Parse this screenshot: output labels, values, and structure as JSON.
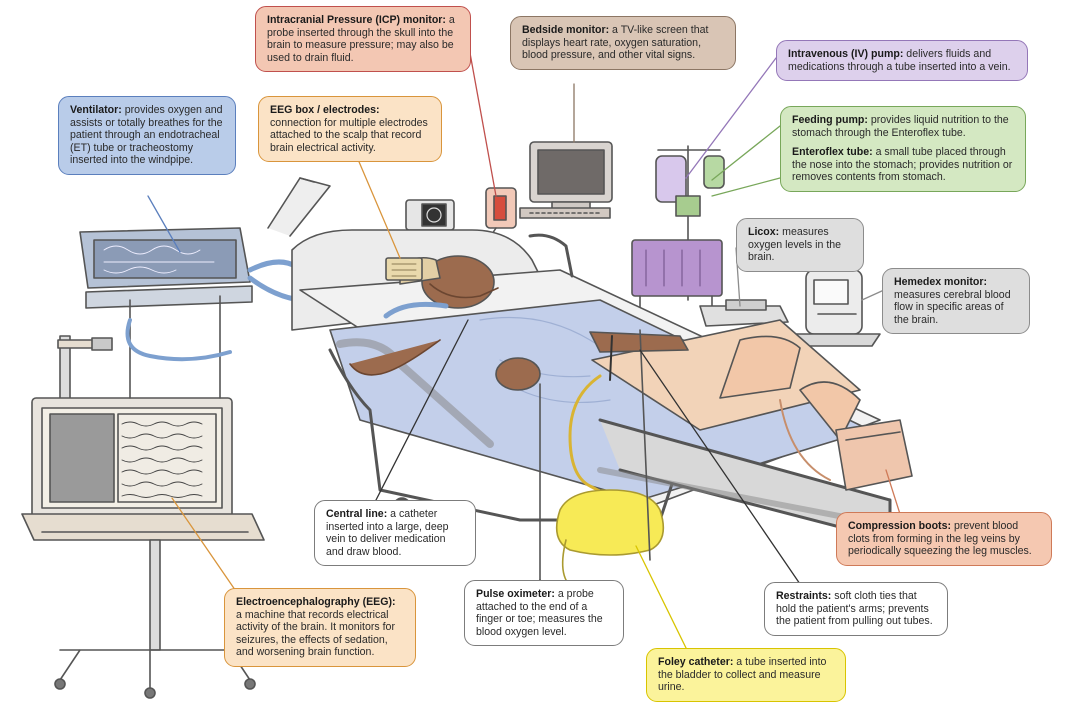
{
  "callouts": {
    "icp": {
      "term": "Intracranial Pressure (ICP) monitor:",
      "desc": " a probe inserted through the skull into the brain to measure pressure; may also be used to drain fluid."
    },
    "bedside": {
      "term": "Bedside monitor:",
      "desc": " a TV-like screen that displays heart rate, oxygen saturation, blood pressure, and other vital signs."
    },
    "iv": {
      "term": "Intravenous (IV) pump:",
      "desc": " delivers fluids and medications through a tube inserted into a vein."
    },
    "ventilator": {
      "term": "Ventilator:",
      "desc": " provides oxygen and assists or totally breathes for the patient through an endotracheal (ET) tube or tracheostomy inserted into the windpipe."
    },
    "eeg_box": {
      "term": "EEG box / electrodes:",
      "desc": " connection for multiple electrodes attached to the scalp that record brain electrical activity."
    },
    "feeding": {
      "term": "Feeding pump:",
      "desc": " provides liquid nutrition to the stomach through the Enteroflex tube."
    },
    "enteroflex": {
      "term": "Enteroflex tube:",
      "desc": " a small tube placed through the nose into the stomach; provides nutrition or removes contents from stomach."
    },
    "licox": {
      "term": "Licox:",
      "desc": " measures oxygen levels in the brain."
    },
    "hemedex": {
      "term": "Hemedex monitor:",
      "desc": " measures cerebral blood flow in specific areas of the brain."
    },
    "central": {
      "term": "Central line:",
      "desc": " a catheter inserted into a large, deep vein to deliver medication and draw blood."
    },
    "compression": {
      "term": "Compression boots:",
      "desc": " prevent blood clots from forming in the leg veins by periodically squeezing the leg muscles."
    },
    "eeg": {
      "term": "Electroencephalography (EEG):",
      "desc": " a machine that records electrical activity of the brain. It monitors for seizures, the effects of sedation, and worsening brain function."
    },
    "pulse": {
      "term": "Pulse oximeter:",
      "desc": " a probe attached to the end of a finger or toe; measures the blood oxygen level."
    },
    "restraints": {
      "term": "Restraints:",
      "desc": " soft cloth ties that hold the patient's arms; prevents the patient from pulling out tubes."
    },
    "foley": {
      "term": "Foley catheter:",
      "desc": " a tube inserted into the bladder to collect and measure urine."
    }
  },
  "colors": {
    "icp": "#f3c7b3",
    "bedside": "#d9c5b5",
    "iv": "#ddd0ec",
    "ventilator": "#b9cce9",
    "eeg_box": "#fbe3c6",
    "feeding": "#d4e8c2",
    "licox": "#dedede",
    "hemedex": "#dedede",
    "central": "#ffffff",
    "compression": "#f5c8b1",
    "eeg": "#fbe3c6",
    "pulse": "#ffffff",
    "restraints": "#ffffff",
    "foley": "#fbf39b"
  }
}
